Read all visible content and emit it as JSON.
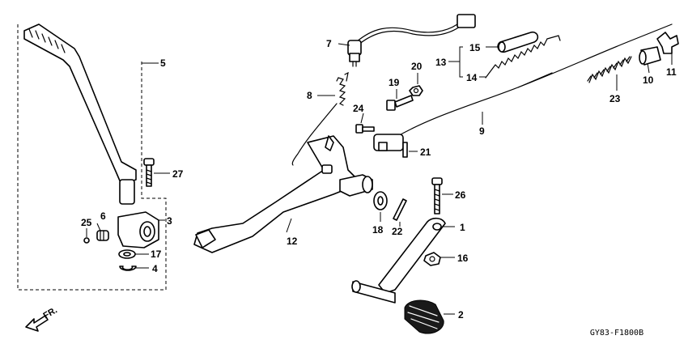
{
  "callouts": {
    "c1": "1",
    "c2": "2",
    "c3": "3",
    "c4": "4",
    "c5": "5",
    "c6": "6",
    "c7": "7",
    "c8": "8",
    "c9": "9",
    "c10": "10",
    "c11": "11",
    "c12": "12",
    "c13": "13",
    "c14": "14",
    "c15": "15",
    "c16": "16",
    "c17": "17",
    "c18": "18",
    "c19": "19",
    "c20": "20",
    "c21": "21",
    "c22": "22",
    "c23": "23",
    "c24": "24",
    "c25": "25",
    "c26": "26",
    "c27": "27"
  },
  "direction_label": "FR.",
  "diagram_code": "GY83-F1800B"
}
